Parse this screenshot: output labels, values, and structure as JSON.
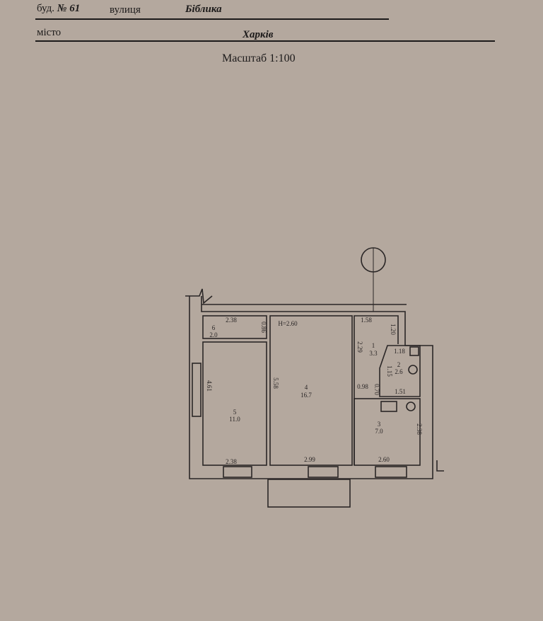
{
  "header": {
    "building_label": "буд.",
    "building_number": "№ 61",
    "street_label": "вулиця",
    "street_value": "Біблика",
    "city_label": "місто",
    "city_value": "Харків",
    "scale": "Масштаб 1:100"
  },
  "plan": {
    "ceiling_height": "H=2.60",
    "rooms": [
      {
        "number": "1",
        "area": "3.3"
      },
      {
        "number": "2",
        "area": "2.6"
      },
      {
        "number": "3",
        "area": "7.0"
      },
      {
        "number": "4",
        "area": "16.7"
      },
      {
        "number": "5",
        "area": "11.0"
      },
      {
        "number": "6",
        "area": "2.0"
      }
    ],
    "dimensions": {
      "r6_width": "2.38",
      "r6_depth": "0.86",
      "r5_depth": "4.61",
      "r5_width": "2.38",
      "r4_depth": "5.58",
      "r4_width": "2.99",
      "r1_width": "1.58",
      "r1_side": "1.20",
      "r1_depth": "2.29",
      "r2_top": "1.18",
      "r2_side": "1.15",
      "r2_bottom": "1.51",
      "hall_gap": "0.98",
      "hall_gap2": "0.70",
      "r3_depth": "2.38",
      "r3_width": "2.60"
    }
  }
}
